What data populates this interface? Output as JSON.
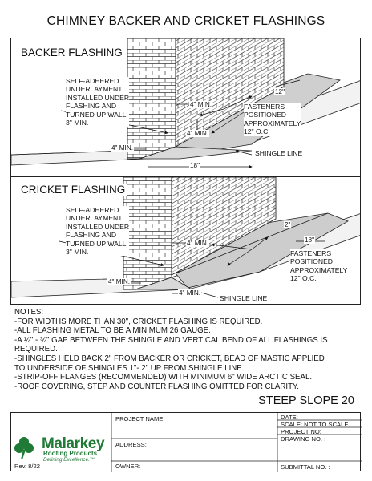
{
  "title": "CHIMNEY BACKER AND CRICKET FLASHINGS",
  "backer": {
    "heading": "BACKER FLASHING",
    "underlayment_note": "SELF-ADHERED\nUNDERLAYMENT\nINSTALLED UNDER\nFLASHING AND\nTURNED UP WALL\n3\" MIN.",
    "fasteners_note": "FASTENERS\nPOSITIONED\nAPPROXIMATELY\n12\" O.C.",
    "shingle_line": "SHINGLE LINE",
    "dims": {
      "twelve": "12\"",
      "four_min_top": "4\" MIN.",
      "four_min_mid": "4\" MIN.",
      "four_min_left": "4\" MIN.",
      "eighteen": "18\""
    }
  },
  "cricket": {
    "heading": "CRICKET FLASHING",
    "underlayment_note": "SELF-ADHERED\nUNDERLAYMENT\nINSTALLED UNDER\nFLASHING AND\nTURNED UP WALL\n3\" MIN.",
    "fasteners_note": "FASTENERS\nPOSITIONED\nAPPROXIMATELY\n12\" O.C.",
    "shingle_line": "SHINGLE LINE",
    "dims": {
      "two": "2\"",
      "eighteen": "18\"",
      "four_min_top": "4\" MIN.",
      "four_min_left": "4\" MIN.",
      "four_min_bottom": "4\" MIN."
    }
  },
  "notes": {
    "heading": "NOTES:",
    "items": [
      "-FOR WIDTHS MORE THAN 30\", CRICKET FLASHING IS REQUIRED.",
      "-ALL FLASHING METAL TO BE A MINIMUM 26 GAUGE.",
      "-A ¼\" - ¾\" GAP BETWEEN THE SHINGLE AND VERTICAL BEND OF ALL FLASHINGS IS",
      "REQUIRED.",
      "-SHINGLES HELD BACK 2\" FROM BACKER OR CRICKET, BEAD OF MASTIC APPLIED",
      "TO UNDERSIDE OF SHINGLES 1\"- 2\" UP FROM SHINGLE LINE.",
      "-STRIP-OFF FLANGES (RECOMMENDED) WITH MINIMUM 6\" WIDE ARCTIC SEAL.",
      "-ROOF COVERING, STEP AND COUNTER FLASHING OMITTED FOR CLARITY."
    ]
  },
  "sheet_label": "STEEP SLOPE 20",
  "title_block": {
    "project_name": "PROJECT NAME:",
    "address": "ADDRESS:",
    "owner": "OWNER:",
    "date": "DATE:",
    "scale": "SCALE:  NOT TO SCALE",
    "project_no": "PROJECT NO:",
    "drawing_no": "DRAWING NO. :",
    "submittal_no": "SUBMITTAL NO. :",
    "rev": "Rev. 8/22",
    "logo": {
      "wordmark": "Malarkey",
      "subtitle": "Roofing Products",
      "tagline": "Defining Excellence.™",
      "brand_color": "#1f7a36"
    }
  }
}
